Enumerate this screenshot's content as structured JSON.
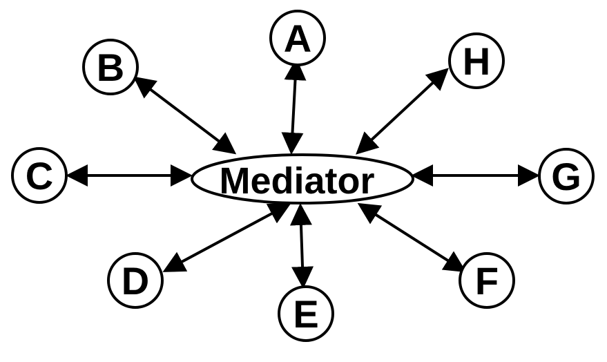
{
  "diagram": {
    "center": {
      "label": "Mediator"
    },
    "nodes": [
      {
        "id": "a",
        "label": "A"
      },
      {
        "id": "b",
        "label": "B"
      },
      {
        "id": "c",
        "label": "C"
      },
      {
        "id": "d",
        "label": "D"
      },
      {
        "id": "e",
        "label": "E"
      },
      {
        "id": "f",
        "label": "F"
      },
      {
        "id": "g",
        "label": "G"
      },
      {
        "id": "h",
        "label": "H"
      }
    ],
    "links": [
      {
        "from": "mediator",
        "to": "a",
        "direction": "both"
      },
      {
        "from": "mediator",
        "to": "b",
        "direction": "both"
      },
      {
        "from": "mediator",
        "to": "c",
        "direction": "both"
      },
      {
        "from": "mediator",
        "to": "d",
        "direction": "both"
      },
      {
        "from": "mediator",
        "to": "e",
        "direction": "both"
      },
      {
        "from": "mediator",
        "to": "f",
        "direction": "both"
      },
      {
        "from": "mediator",
        "to": "g",
        "direction": "both"
      },
      {
        "from": "mediator",
        "to": "h",
        "direction": "both"
      }
    ],
    "colors": {
      "stroke": "#000000",
      "fill": "#ffffff"
    }
  }
}
